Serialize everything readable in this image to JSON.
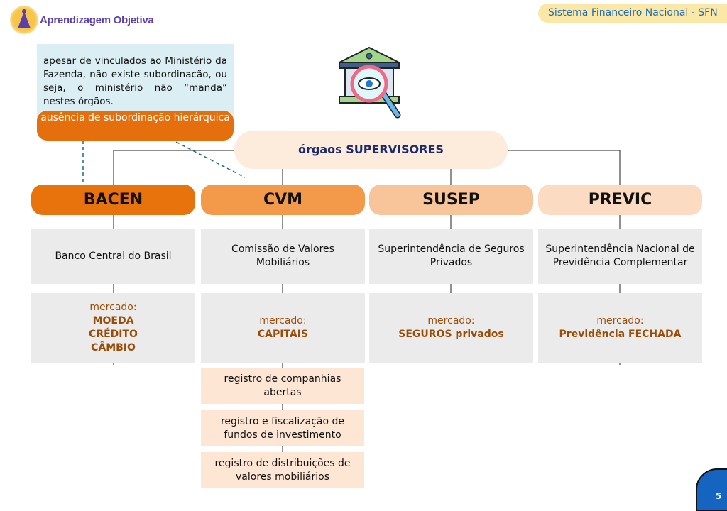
{
  "header": {
    "brand": "Aprendizagem Objetiva",
    "title": "Sistema Financeiro Nacional - SFN"
  },
  "note": {
    "text": "apesar de vinculados ao Ministério da Fazenda, não existe subordinação, ou seja, o ministério não “manda” nestes órgãos.",
    "label": "ausência de subordinação hierárquica"
  },
  "center": {
    "label": "órgaos SUPERVISORES"
  },
  "organs": [
    {
      "name": "BACEN",
      "color": "#e8720c",
      "desc": "Banco Central do Brasil",
      "market_label": "mercado:",
      "market": [
        "MOEDA",
        "CRÉDITO",
        "CÂMBIO"
      ]
    },
    {
      "name": "CVM",
      "color": "#f39a4a",
      "desc": "Comissão de Valores Mobiliários",
      "market_label": "mercado:",
      "market": [
        "CAPITAIS"
      ]
    },
    {
      "name": "SUSEP",
      "color": "#f8c49a",
      "desc": "Superintendência de Seguros Privados",
      "market_label": "mercado:",
      "market": [
        "SEGUROS privados"
      ]
    },
    {
      "name": "PREVIC",
      "color": "#fbdcc2",
      "desc": "Superintendência Nacional de Previdência Complementar",
      "market_label": "mercado:",
      "market": [
        "Previdência FECHADA"
      ]
    }
  ],
  "cvm_duties": [
    "registro de companhias abertas",
    "registro e fiscalização de fundos de investimento",
    "registro de distribuições de valores mobiliários"
  ],
  "page_number": "5"
}
